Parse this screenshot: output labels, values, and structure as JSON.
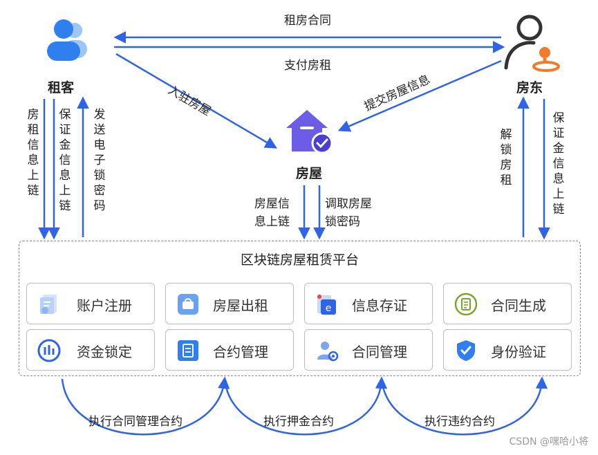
{
  "actors": {
    "tenant": "租客",
    "landlord": "房东",
    "house": "房屋"
  },
  "flows": {
    "lease_contract": "租房合同",
    "pay_rent": "支付房租",
    "move_in": "入驻房屋",
    "submit_house_info": "提交房屋信息",
    "rent_info_onchain": "房租信息上链",
    "deposit_info_onchain_tenant": "保证金信息上链",
    "send_lock_password": "发送电子锁密码",
    "house_info_onchain": "房屋信息上链",
    "fetch_lock_password": "调取房屋锁密码",
    "unlock_rent": "解锁房租",
    "deposit_info_onchain_landlord": "保证金信息上链"
  },
  "platform": {
    "title": "区块链房屋租赁平台",
    "modules": [
      {
        "label": "账户注册",
        "icon": "account-register-icon"
      },
      {
        "label": "房屋出租",
        "icon": "house-rent-icon"
      },
      {
        "label": "信息存证",
        "icon": "info-evidence-icon"
      },
      {
        "label": "合同生成",
        "icon": "contract-generate-icon"
      },
      {
        "label": "资金锁定",
        "icon": "fund-lock-icon"
      },
      {
        "label": "合约管理",
        "icon": "contract-manage-icon"
      },
      {
        "label": "合同管理",
        "icon": "contract-admin-icon"
      },
      {
        "label": "身份验证",
        "icon": "identity-verify-icon"
      }
    ]
  },
  "contracts": {
    "manage": "执行合同管理合约",
    "deposit": "执行押金合约",
    "breach": "执行违约合约"
  },
  "watermark": "CSDN @嘿哈小将",
  "colors": {
    "arrow": "#2f63e8",
    "tenant_icon": "#2f7fef",
    "house_icon": "#6c5de6",
    "landlord_pin": "#f07a2d"
  }
}
